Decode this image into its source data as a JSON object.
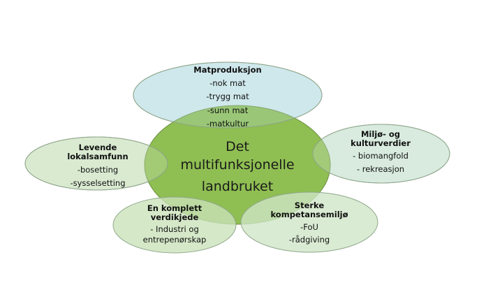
{
  "colors": {
    "center_fill": "#8dbb45",
    "top_fill": "#cde8ec",
    "side_fill": "#d8ead0",
    "stroke": "#9aa79a"
  },
  "center": {
    "lines": [
      "Det",
      "multifunksjonelle",
      "landbruket"
    ]
  },
  "nodes": [
    {
      "id": "matproduksjon",
      "title": "Matproduksjon",
      "items": [
        "-nok mat",
        "-trygg mat",
        "-sunn mat",
        "-matkultur"
      ]
    },
    {
      "id": "levende-lokalsamfunn",
      "title_lines": [
        "Levende",
        "lokalsamfunn"
      ],
      "items": [
        "-bosetting",
        "-sysselsetting"
      ]
    },
    {
      "id": "miljo-kulturverdier",
      "title_lines": [
        "Miljø- og",
        "kulturverdier"
      ],
      "items": [
        "- biomangfold",
        "- rekreasjon"
      ]
    },
    {
      "id": "komplett-verdikjede",
      "title_lines": [
        "En komplett",
        "verdikjede"
      ],
      "items": [
        "- Industri og",
        "entrepenørskap"
      ]
    },
    {
      "id": "sterke-kompetansemiljo",
      "title_lines": [
        "Sterke",
        "kompetansemiljø"
      ],
      "items": [
        "-FoU",
        "-rådgiving"
      ]
    }
  ]
}
